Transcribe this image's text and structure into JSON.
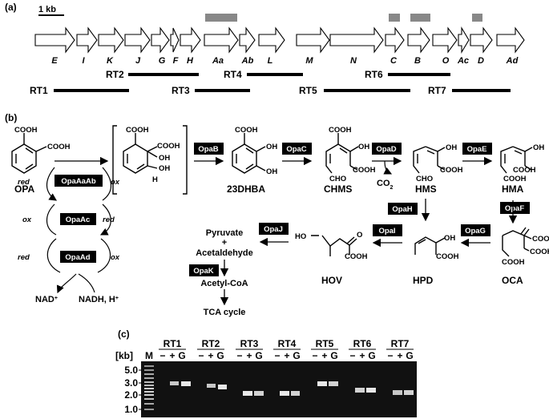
{
  "panel_a": {
    "label": "(a)",
    "scale": "1 kb",
    "genes": [
      "E",
      "I",
      "K",
      "J",
      "G",
      "F",
      "H",
      "Aa",
      "Ab",
      "L",
      "M",
      "N",
      "C",
      "B",
      "O",
      "Ac",
      "D",
      "Ad"
    ],
    "rt_labels": [
      "RT1",
      "RT2",
      "RT3",
      "RT4",
      "RT5",
      "RT6",
      "RT7"
    ]
  },
  "panel_b": {
    "label": "(b)",
    "cooh": "COOH",
    "oh": "OH",
    "cho": "CHO",
    "h": "H",
    "compounds": {
      "opa": "OPA",
      "dhba": "23DHBA",
      "chms": "CHMS",
      "hms": "HMS",
      "hma": "HMA",
      "oca": "OCA",
      "hpd": "HPD",
      "hov": "HOV",
      "co2": "CO",
      "co2_sub": "2"
    },
    "enzymes": {
      "opab": "OpaB",
      "opac": "OpaC",
      "opad": "OpaD",
      "opae": "OpaE",
      "opaf": "OpaF",
      "opag": "OpaG",
      "opah": "OpaH",
      "opai": "OpaI",
      "opaj": "OpaJ",
      "opak": "OpaK",
      "opaaaab": "OpaAaAb",
      "opaac": "OpaAc",
      "opaad": "OpaAd"
    },
    "redox": {
      "red": "red",
      "ox": "ox"
    },
    "cofactors": {
      "nad": "NAD",
      "nad_sup": "+",
      "nadh": "NADH, H",
      "nadh_sup": "+"
    },
    "products": {
      "pyruvate": "Pyruvate",
      "plus": "+",
      "acetaldehyde": "Acetaldehyde",
      "acetylcoa": "Acetyl-CoA",
      "tca": "TCA cycle"
    }
  },
  "panel_c": {
    "label": "(c)",
    "kb_label": "[kb]",
    "marker_label": "M",
    "lanes": [
      "RT1",
      "RT2",
      "RT3",
      "RT4",
      "RT5",
      "RT6",
      "RT7"
    ],
    "lane_symbols": [
      "−",
      "+",
      "G"
    ],
    "size_ticks": [
      "5.0",
      "3.0",
      "2.0",
      "1.0"
    ]
  }
}
